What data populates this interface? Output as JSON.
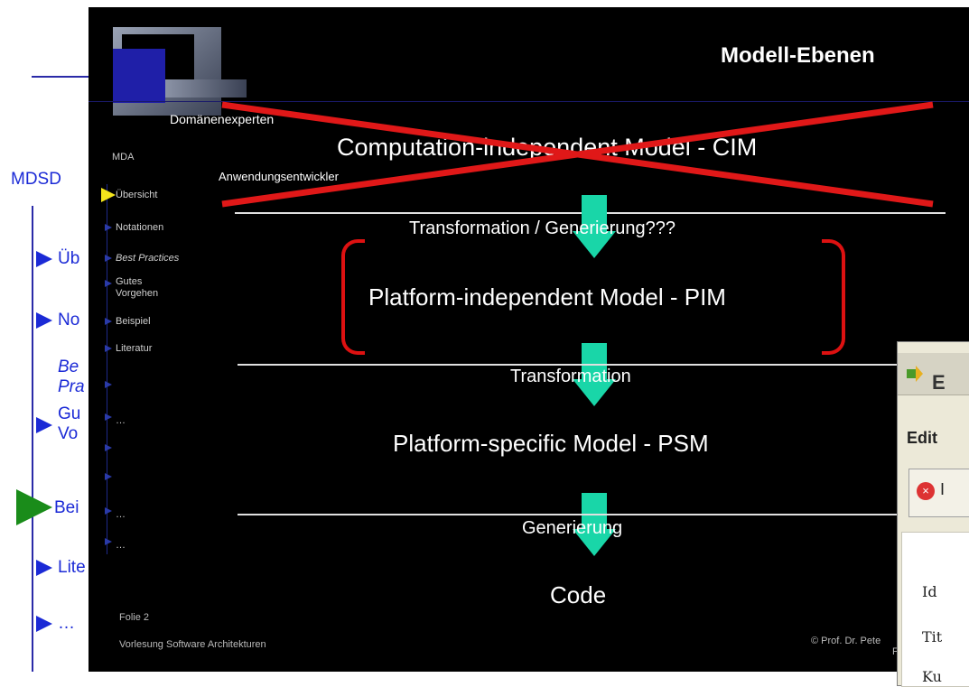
{
  "background_slide": {
    "title": "MDSD",
    "items": [
      {
        "label": "Üb",
        "italic": false,
        "highlight": false
      },
      {
        "label": "No",
        "italic": false,
        "highlight": false
      },
      {
        "label": "Be\nPra",
        "italic": true,
        "highlight": false
      },
      {
        "label": "Gu\nVo",
        "italic": false,
        "highlight": false
      },
      {
        "label": "Bei",
        "italic": false,
        "highlight": true
      },
      {
        "label": "Lite",
        "italic": false,
        "highlight": false
      },
      {
        "label": "…",
        "italic": false,
        "highlight": false
      }
    ]
  },
  "slide": {
    "title": "Modell-Ebenen",
    "side_title": "MDA",
    "side_items": [
      "Übersicht",
      "Notationen",
      "Best Practices",
      "Gutes\nVorgehen",
      "Beispiel",
      "Literatur",
      "…",
      "…",
      "…"
    ],
    "role_domain_expert": "Domänenexperten",
    "role_app_dev": "Anwendungsentwickler",
    "level_cim": "Computation-independent Model - CIM",
    "transformation_1": "Transformation / Generierung???",
    "level_pim": "Platform-independent Model - PIM",
    "transformation_2": "Transformation",
    "level_psm": "Platform-specific Model - PSM",
    "transformation_3": "Generierung",
    "level_code": "Code",
    "slide_number": "Folie 2",
    "footer_left": "Vorlesung Software Architekturen",
    "footer_right": "© Prof. Dr. Pete",
    "footer_right2": "FH I",
    "colors": {
      "arrow": "#19d6a8",
      "cross": "#e01818",
      "accent_arrow": "#f3e41c"
    }
  },
  "window": {
    "title": "E",
    "subtitle": "Edit",
    "error_text": "I",
    "labels": [
      "Id",
      "Tit",
      "Ku"
    ]
  }
}
